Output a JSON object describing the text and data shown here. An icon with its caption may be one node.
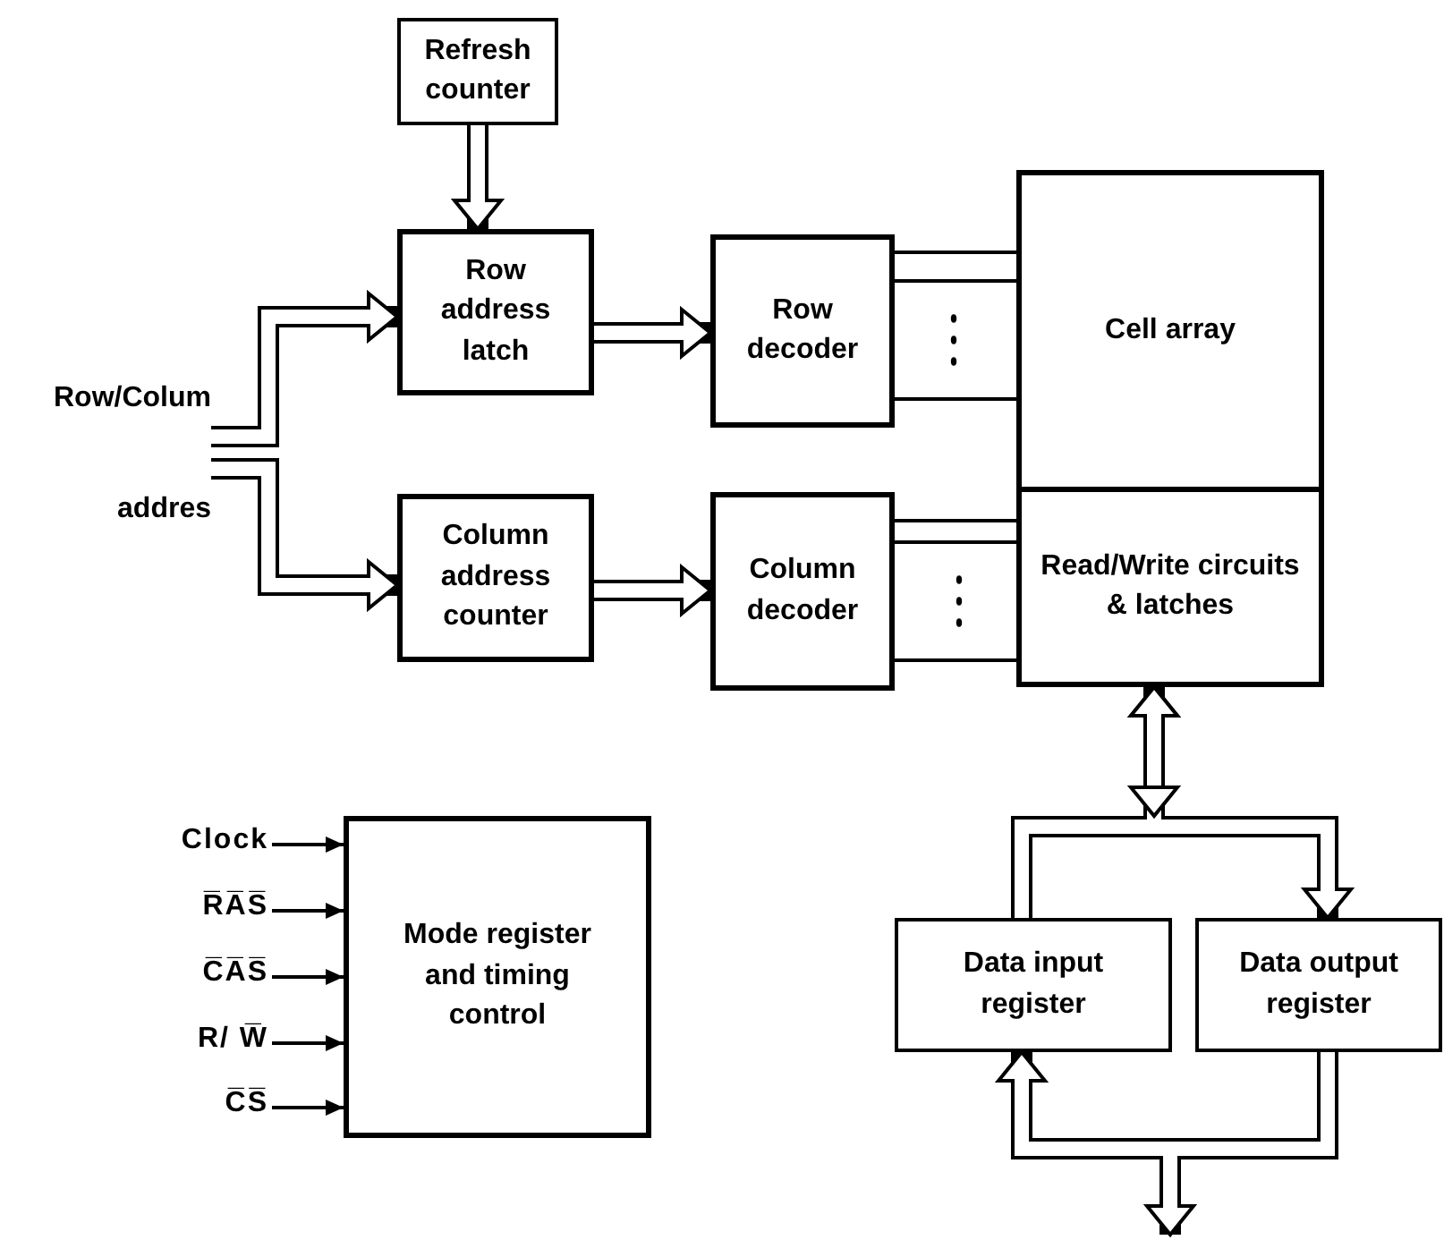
{
  "diagram": {
    "nodes": [
      {
        "text": [
          "Refresh counter"
        ]
      },
      {
        "text": [
          "Row address latch"
        ]
      },
      {
        "text": [
          "Column address counter"
        ]
      },
      {
        "text": [
          "Row decoder"
        ]
      },
      {
        "text": [
          "Column decoder"
        ]
      },
      {
        "text": [
          "Cell array"
        ]
      },
      {
        "text": [
          "Read/Write circuits & latches"
        ]
      },
      {
        "text": [
          "Row/Colum",
          "addres"
        ]
      },
      {
        "text": [
          "Mode register and timing control"
        ]
      },
      {
        "text": [
          "Data input register"
        ]
      },
      {
        "text": [
          "Data output register"
        ]
      },
      {
        "text": [
          "Clock"
        ]
      },
      {
        "text": [
          "R̅A̅S̅"
        ]
      },
      {
        "text": [
          "C̅A̅S̅"
        ]
      },
      {
        "text": [
          "R/ W̅"
        ]
      },
      {
        "text": [
          "C̅S̅"
        ]
      }
    ],
    "edges": [
      {
        "from": 0,
        "to": 1,
        "arrow": "to"
      },
      {
        "from": 7,
        "to": 1,
        "arrow": "to"
      },
      {
        "from": 7,
        "to": 2,
        "arrow": "to"
      },
      {
        "from": 1,
        "to": 3,
        "arrow": "to"
      },
      {
        "from": 2,
        "to": 4,
        "arrow": "to"
      },
      {
        "from": 3,
        "to": 5,
        "arrow": "none"
      },
      {
        "from": 4,
        "to": 6,
        "arrow": "none"
      },
      {
        "from": 9,
        "to": 6,
        "arrow": "to"
      },
      {
        "from": 6,
        "to": 10,
        "arrow": "both"
      },
      {
        "from": 10,
        "to": 9,
        "arrow": "to"
      },
      {
        "from": 10,
        "to": null,
        "arrow": "to"
      },
      {
        "from": 11,
        "to": 8,
        "arrow": "to"
      },
      {
        "from": 12,
        "to": 8,
        "arrow": "to"
      },
      {
        "from": 13,
        "to": 8,
        "arrow": "to"
      },
      {
        "from": 14,
        "to": 8,
        "arrow": "to"
      },
      {
        "from": 15,
        "to": 8,
        "arrow": "to"
      }
    ]
  }
}
